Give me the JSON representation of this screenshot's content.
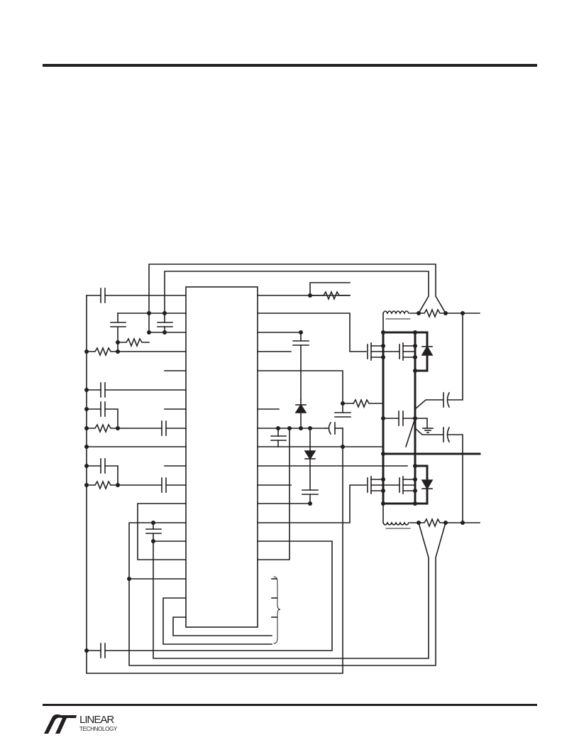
{
  "brand": {
    "logo_word_1": "LINEAR",
    "logo_word_2": "TECHNOLOGY",
    "logo_icon": "lt-swoosh-logo",
    "ink_color": "#231f20"
  },
  "schematic": {
    "stroke_color": "#231f20",
    "components": [
      "ic-package",
      "power-mosfet",
      "inductor",
      "resistor",
      "capacitor",
      "diode",
      "ground",
      "junction-dot"
    ]
  }
}
